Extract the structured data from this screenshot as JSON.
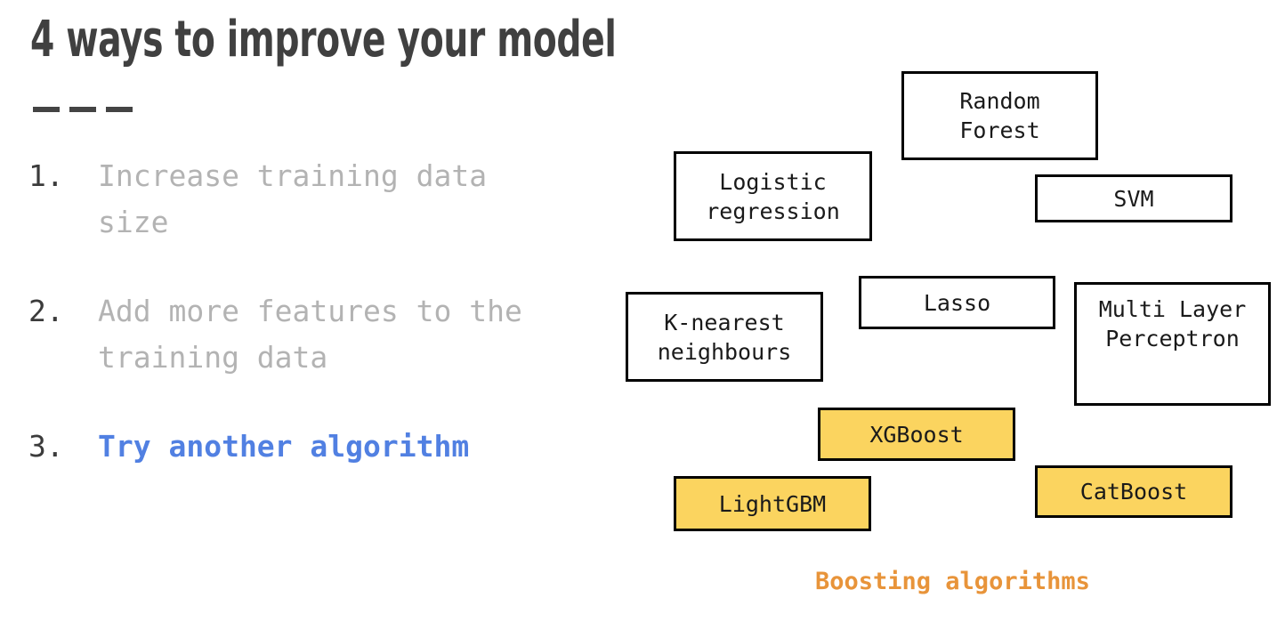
{
  "slide": {
    "title": "4 ways to improve your model",
    "divider_dash_count": 3
  },
  "list": {
    "items": [
      {
        "number": "1.",
        "text": "Increase training data size",
        "state": "normal"
      },
      {
        "number": "2.",
        "text": "Add more features to the training data",
        "state": "normal"
      },
      {
        "number": "3.",
        "text": "Try another algorithm",
        "state": "highlighted"
      }
    ]
  },
  "diagram": {
    "boxes": [
      {
        "label": "Random\nForest",
        "group": "plain",
        "align": "center"
      },
      {
        "label": "Logistic\nregression",
        "group": "plain",
        "align": "center"
      },
      {
        "label": "SVM",
        "group": "plain",
        "align": "center"
      },
      {
        "label": "K-nearest\nneighbours",
        "group": "plain",
        "align": "center"
      },
      {
        "label": "Lasso",
        "group": "plain",
        "align": "top"
      },
      {
        "label": "Multi Layer\nPerceptron",
        "group": "plain",
        "align": "top"
      },
      {
        "label": "XGBoost",
        "group": "boosting",
        "align": "center"
      },
      {
        "label": "LightGBM",
        "group": "boosting",
        "align": "center"
      },
      {
        "label": "CatBoost",
        "group": "boosting",
        "align": "center"
      }
    ],
    "caption": "Boosting algorithms"
  },
  "colors": {
    "title_gray": "#404040",
    "divider_gray": "#444444",
    "list_number_gray": "#3b3b3b",
    "list_text_gray": "#b3b3b3",
    "highlight_blue": "#5180e2",
    "box_border_black": "#000000",
    "boosting_yellow": "#fbd45f",
    "caption_orange": "#e8943a",
    "background_white": "#ffffff"
  }
}
